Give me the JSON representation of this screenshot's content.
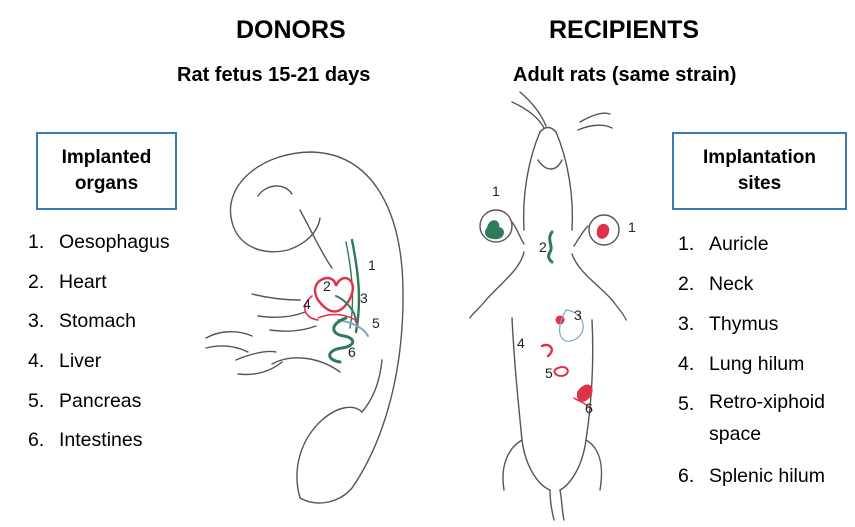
{
  "donors": {
    "heading": "DONORS",
    "subheading": "Rat fetus 15-21 days",
    "box_title": "Implanted organs",
    "items": [
      {
        "num": "1.",
        "label": "Oesophagus"
      },
      {
        "num": "2.",
        "label": "Heart"
      },
      {
        "num": "3.",
        "label": "Stomach"
      },
      {
        "num": "4.",
        "label": "Liver"
      },
      {
        "num": "5.",
        "label": "Pancreas"
      },
      {
        "num": "6.",
        "label": "Intestines"
      }
    ],
    "figure_labels": [
      "1",
      "2",
      "3",
      "4",
      "5",
      "6"
    ]
  },
  "recipients": {
    "heading": "RECIPIENTS",
    "subheading": "Adult rats (same strain)",
    "box_title": "Implantation sites",
    "items": [
      {
        "num": "1.",
        "label": "Auricle"
      },
      {
        "num": "2.",
        "label": "Neck"
      },
      {
        "num": "3.",
        "label": "Thymus"
      },
      {
        "num": "4.",
        "label": "Lung hilum"
      },
      {
        "num": "5.",
        "label": "Retro-xiphoid space"
      },
      {
        "num": "6.",
        "label": "Splenic hilum"
      }
    ],
    "figure_labels": [
      "1",
      "1",
      "2",
      "3",
      "4",
      "5",
      "6"
    ]
  },
  "colors": {
    "box_border": "#3a7bb5",
    "heart_red": "#e0304a",
    "organ_green": "#2e7a5a",
    "pancreas_blue": "#7fa3c9",
    "sketch_line": "#555555"
  }
}
